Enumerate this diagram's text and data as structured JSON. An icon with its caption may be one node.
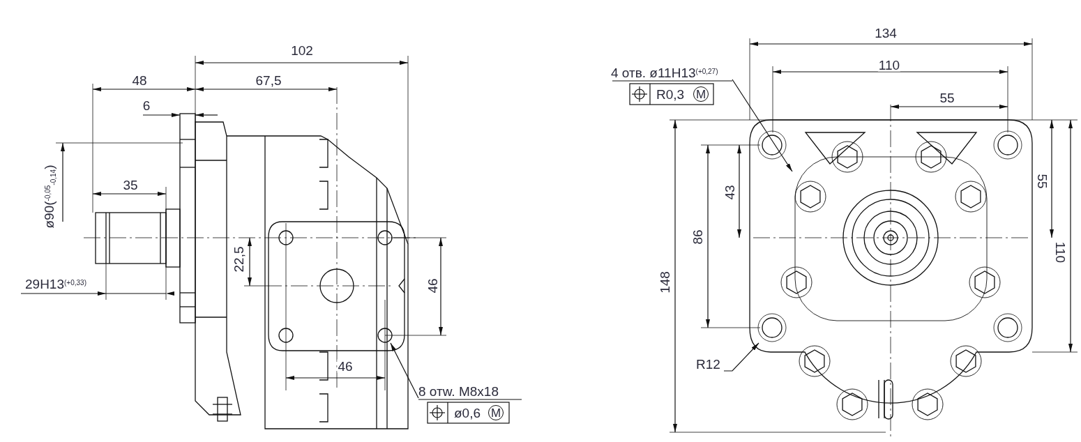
{
  "diagram": {
    "nodes": [
      {
        "text": [
          "4 отв. ø11H13$^{(+0,27)}$"
        ]
      },
      {
        "text": [
          "8 отw. M8x18"
        ]
      },
      {
        "text": [
          "R12"
        ]
      }
    ],
    "edges": [
      {
        "from": 0,
        "to": null,
        "arrow": "to"
      },
      {
        "from": 1,
        "to": null,
        "arrow": "to"
      },
      {
        "from": 2,
        "to": null,
        "arrow": "to"
      }
    ],
    "labels": [
      "102",
      "48",
      "67,5",
      "6",
      "ø90($^{-0,05}$$_{-0,14}$)",
      "35",
      "29H13$^{(+0,33)}$",
      "22,5",
      "46",
      "46",
      "R0,3",
      "M",
      "ø0,6",
      "M",
      "134",
      "110",
      "55",
      "43",
      "86",
      "148",
      "55",
      "110"
    ]
  }
}
